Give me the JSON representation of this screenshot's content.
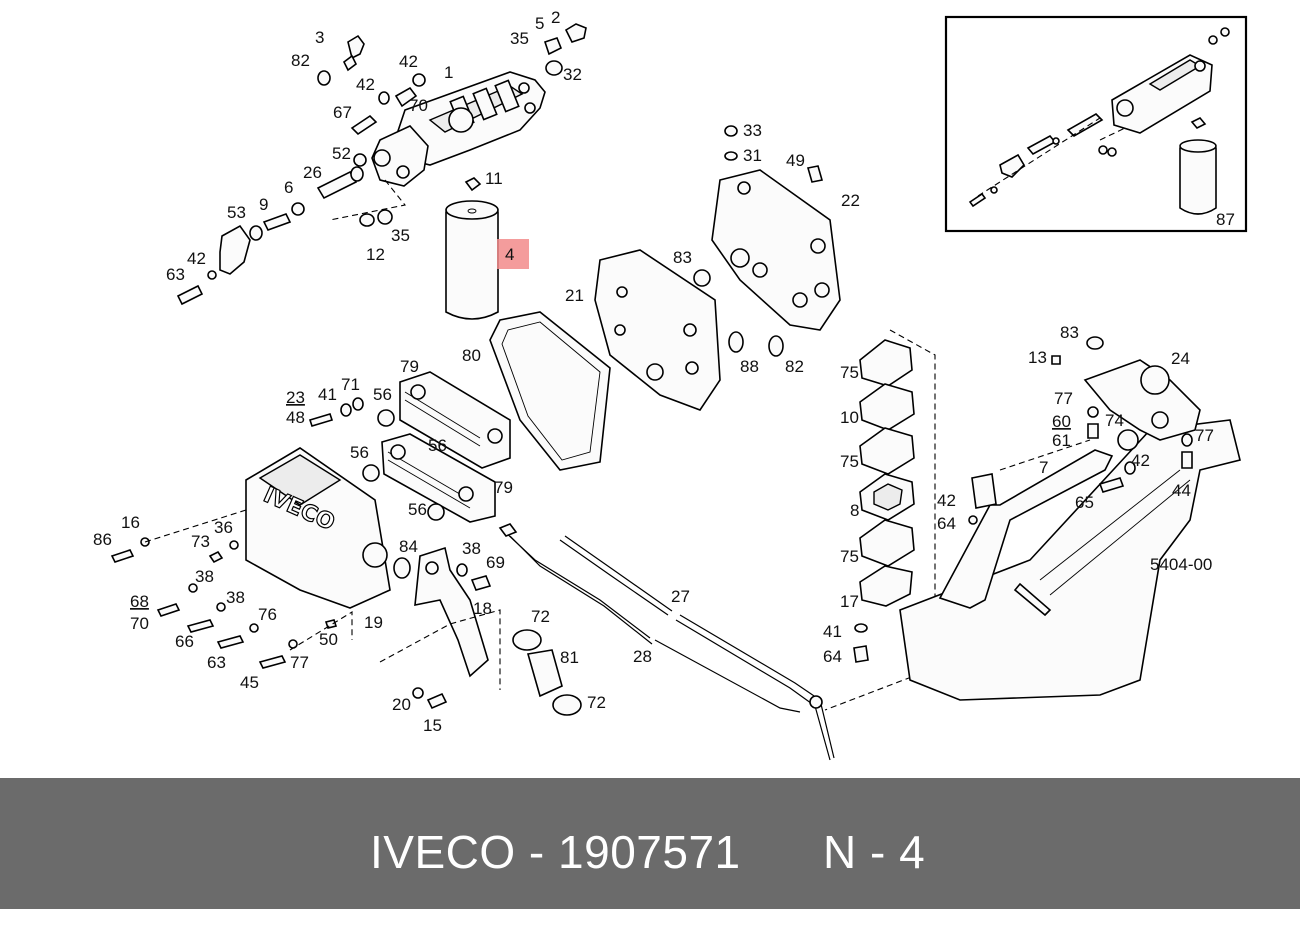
{
  "diagram": {
    "group_code": "5404-00",
    "highlight_color": "#f28b8b",
    "highlighted_callout": "4",
    "brand_on_cover": "IVECO",
    "callouts": [
      "3",
      "2",
      "5",
      "82",
      "35",
      "42",
      "1",
      "32",
      "42",
      "70",
      "67",
      "52",
      "26",
      "6",
      "9",
      "53",
      "42",
      "63",
      "11",
      "12",
      "35",
      "4",
      "33",
      "31",
      "49",
      "22",
      "83",
      "21",
      "80",
      "88",
      "82",
      "79",
      "56",
      "56",
      "79",
      "56",
      "23",
      "48",
      "41",
      "71",
      "16",
      "86",
      "36",
      "73",
      "38",
      "68",
      "70",
      "66",
      "38",
      "63",
      "76",
      "45",
      "77",
      "50",
      "19",
      "84",
      "38",
      "69",
      "18",
      "72",
      "81",
      "72",
      "20",
      "15",
      "27",
      "28",
      "75",
      "10",
      "75",
      "8",
      "75",
      "17",
      "41",
      "64",
      "83",
      "13",
      "24",
      "77",
      "60",
      "61",
      "74",
      "77",
      "7",
      "42",
      "44",
      "65",
      "42",
      "64",
      "87"
    ]
  },
  "footer": {
    "reference": "IVECO - 1907571",
    "position": "N - 4"
  }
}
